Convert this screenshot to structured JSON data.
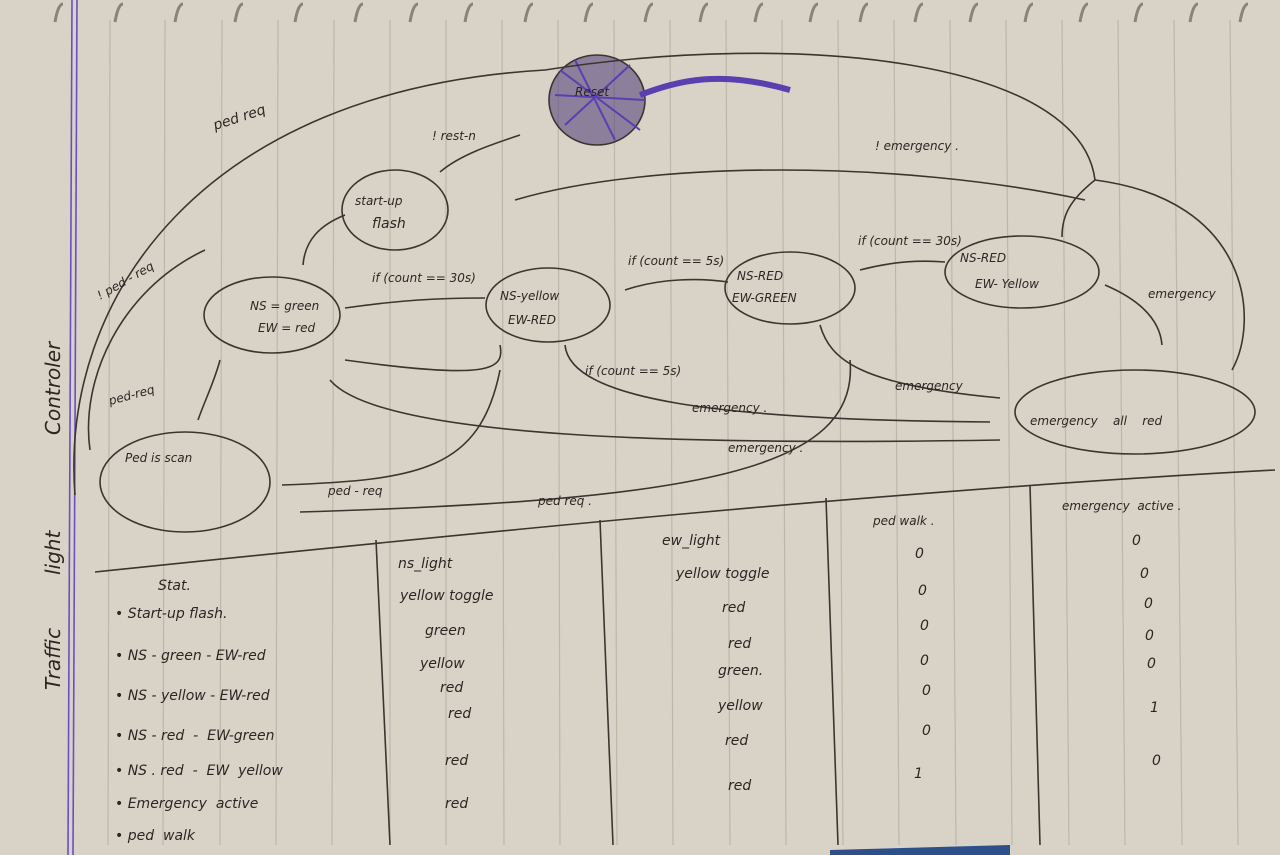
{
  "colors": {
    "paper": "#d9d3c7",
    "ink": "#2a2622",
    "margin_line": "#6a4fc2",
    "scribble": "#5a3fb0",
    "rule": "#bdb6aa"
  },
  "side_title": [
    "Traffic",
    "light",
    "Controler"
  ],
  "states": {
    "reset": "Reset",
    "startup": [
      "start-up",
      "flash"
    ],
    "ns_green": [
      "NS = green",
      "EW = red"
    ],
    "ns_yellow": [
      "NS-yellow",
      "EW-RED"
    ],
    "ns_red_ew_green": [
      "NS-RED",
      "EW-GREEN"
    ],
    "ns_red_ew_yellow": [
      "NS-RED",
      "EW- Yellow"
    ],
    "ped_is_scan": "Ped is scan",
    "emergency": "emergency    all    red"
  },
  "transitions": {
    "not_reset": "! rest-n",
    "ped_req_top": "ped   req",
    "not_emergency": "! emergency .",
    "count30_a": "if (count == 30s)",
    "count5": "if (count == 5s)",
    "count30_b": "if (count == 30s)",
    "not_ped_req": "! ped - req",
    "ped_req_left": "ped-req",
    "emergency_right": "emergency",
    "if_count5_mid": "if (count == 5s)",
    "emergency_a": "emergency",
    "emergency_b": "emergency .",
    "emergency_c": "emergency .",
    "ped_req_bottom": "ped - req",
    "ped_req_bottom2": "ped  req ."
  },
  "table": {
    "headers": [
      "Stat.",
      "ns_light",
      "ew_light",
      "ped walk .",
      "emergency  active ."
    ],
    "rows": [
      [
        "• Start-up flash.",
        "yellow toggle",
        "yellow toggle",
        "0",
        "0"
      ],
      [
        "• NS - green - EW-red",
        "green",
        "red",
        "0",
        "0"
      ],
      [
        "• NS - yellow - EW-red",
        "yellow",
        "red",
        "0",
        "0"
      ],
      [
        "• NS - red  -  EW-green",
        "red",
        "green.",
        "0",
        "0"
      ],
      [
        "• NS . red  -  EW  yellow",
        "red",
        "yellow",
        "0",
        "0"
      ],
      [
        "• Emergency  active",
        "red",
        "red",
        "0",
        "1"
      ],
      [
        "• ped  walk",
        "red",
        "red",
        "1",
        "0"
      ]
    ]
  }
}
